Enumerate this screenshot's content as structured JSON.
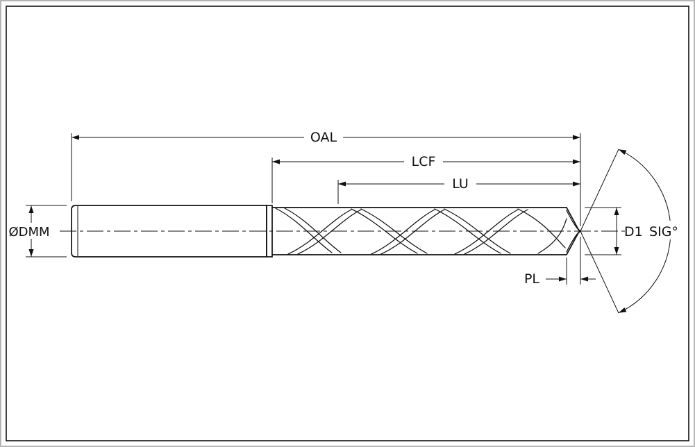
{
  "drawing": {
    "title": "twist-drill-dimension-diagram",
    "labels": {
      "overall_length": "OAL",
      "flute_length": "LCF",
      "usable_length": "LU",
      "shank_diameter": "ØDMM",
      "cutting_diameter": "D1",
      "point_angle": "SIG°",
      "point_length": "PL"
    },
    "colors": {
      "line": "#111111",
      "frame_outer": "#b5b5b5",
      "background": "#ffffff"
    }
  }
}
